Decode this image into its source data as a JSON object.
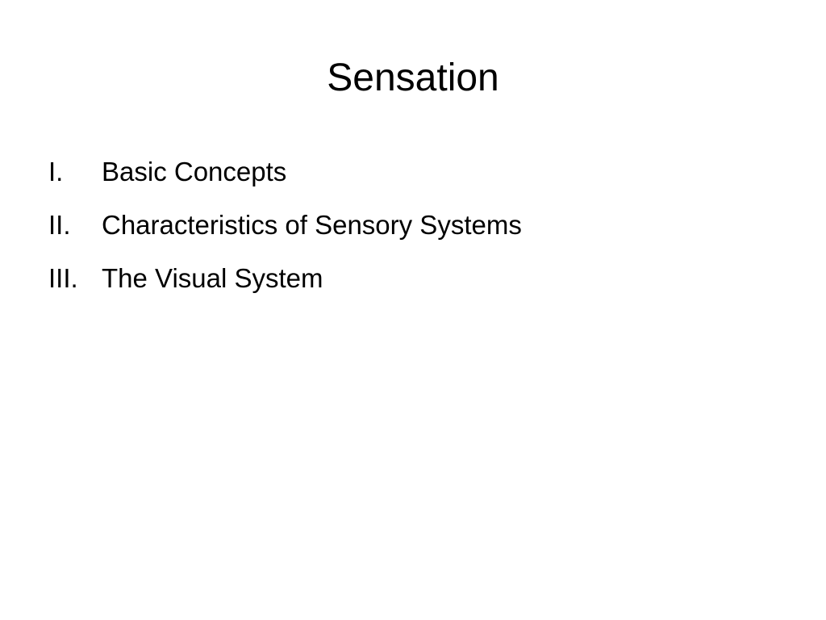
{
  "slide": {
    "title": "Sensation",
    "items": [
      {
        "numeral": "I.",
        "text": "Basic Concepts"
      },
      {
        "numeral": "II.",
        "text": "Characteristics of Sensory Systems"
      },
      {
        "numeral": "III.",
        "text": "The Visual System"
      }
    ]
  }
}
